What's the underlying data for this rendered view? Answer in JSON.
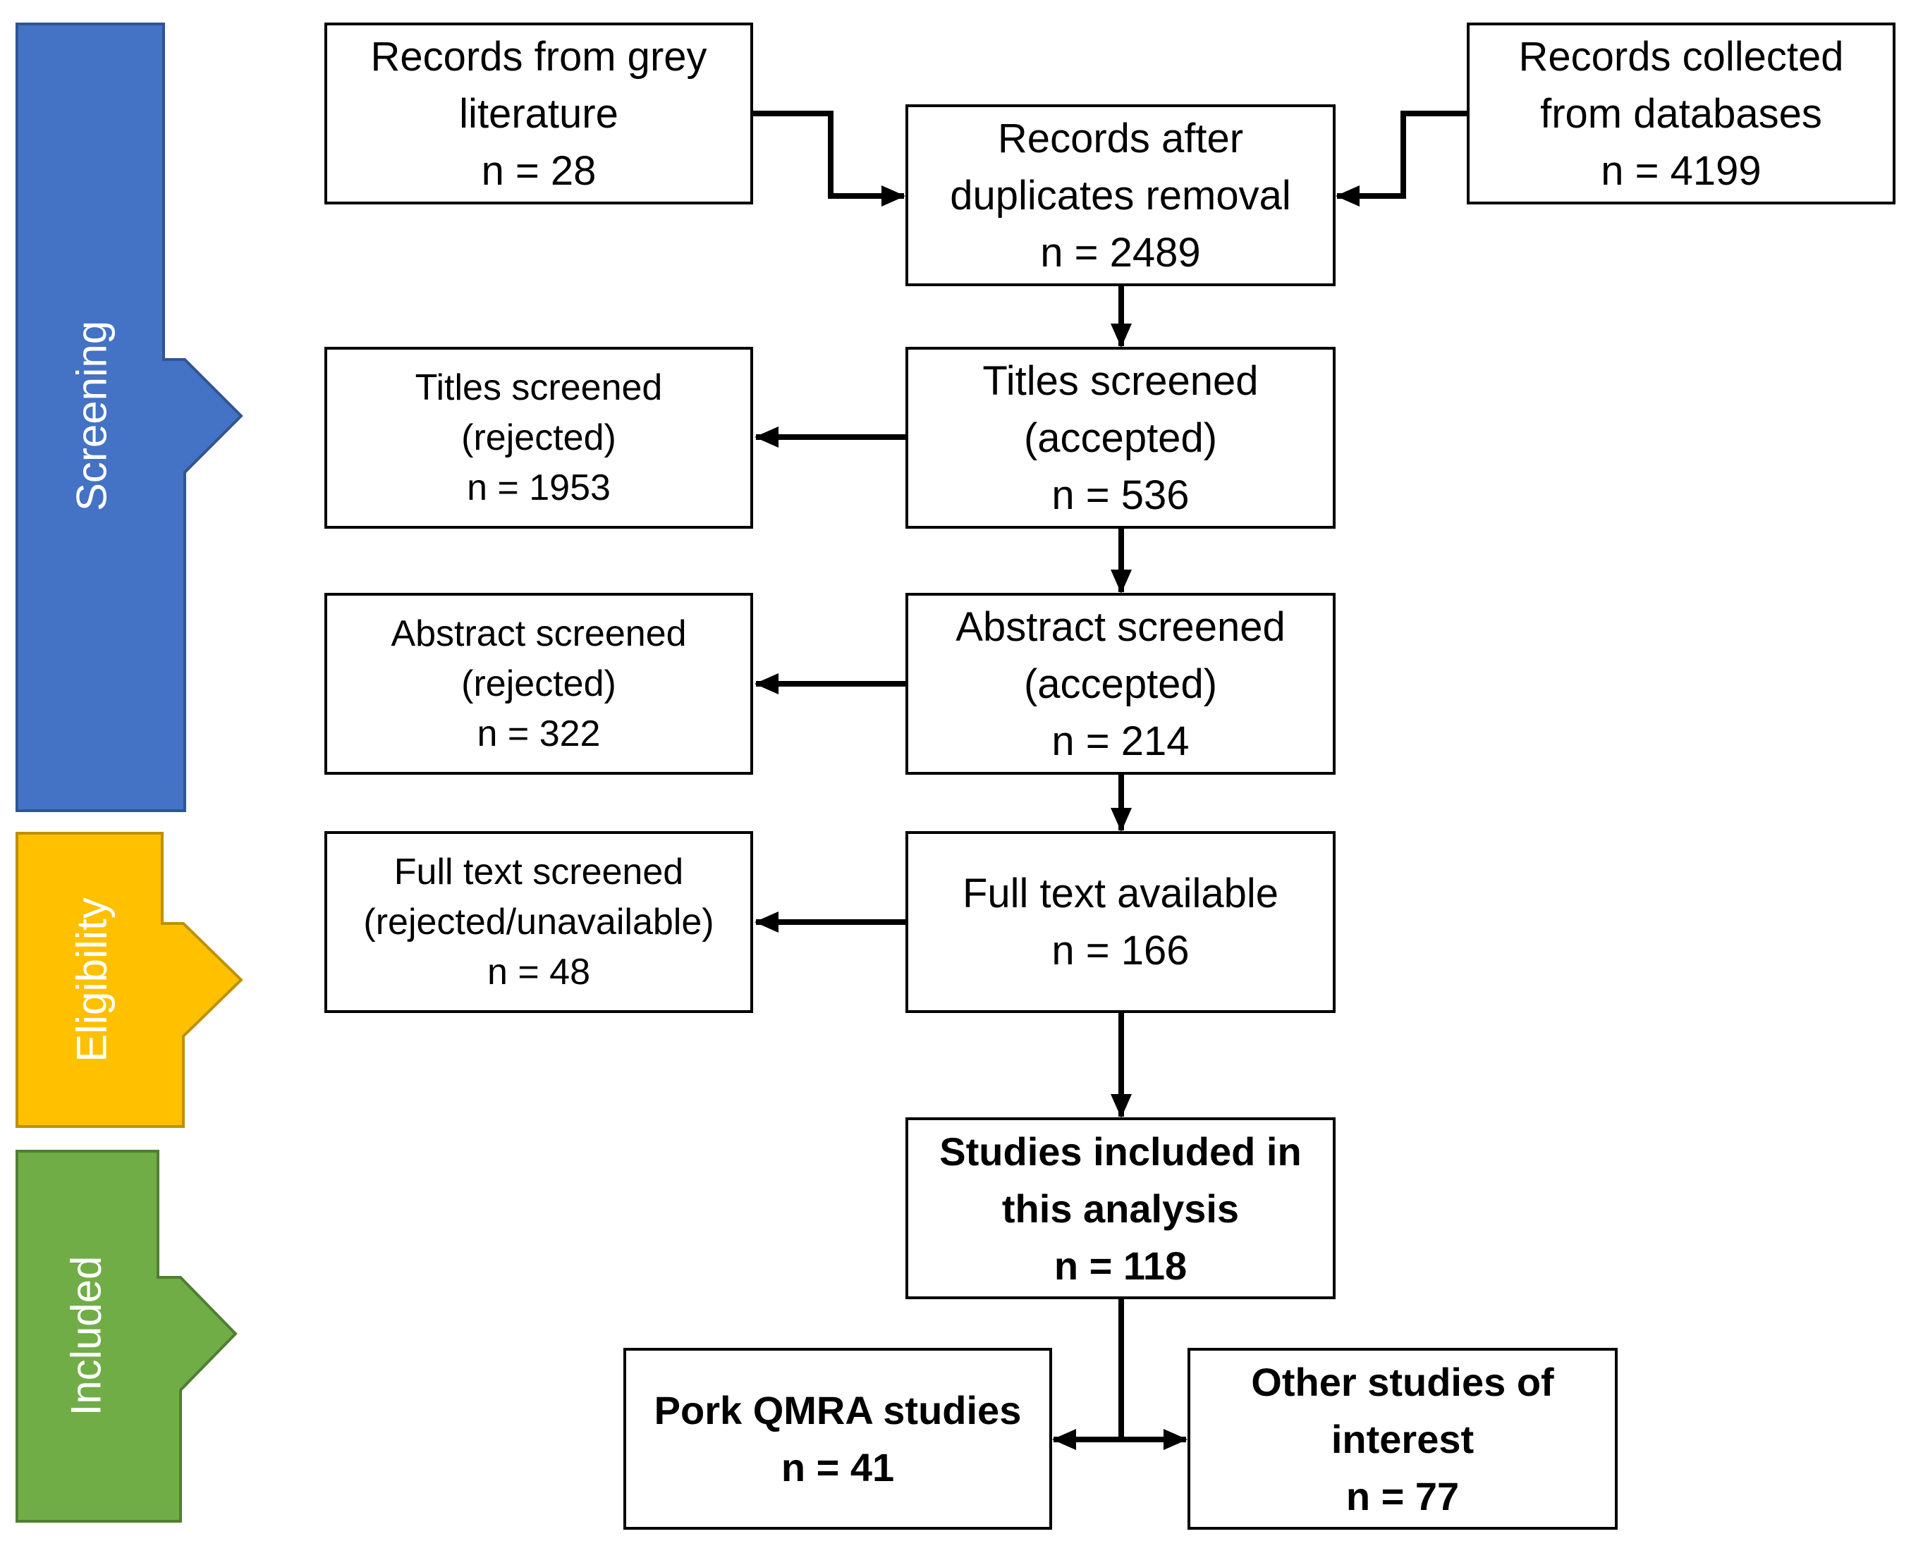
{
  "stages": [
    {
      "key": "screening",
      "label": "Screening",
      "fill": "#4472C4",
      "stroke": "#2F5597"
    },
    {
      "key": "eligibility",
      "label": "Eligibility",
      "fill": "#FFC000",
      "stroke": "#BF9000"
    },
    {
      "key": "included",
      "label": "Included",
      "fill": "#70AD47",
      "stroke": "#507E32"
    }
  ],
  "boxes": {
    "grey_literature": {
      "lines": [
        "Records from grey",
        "literature",
        "n = 28"
      ]
    },
    "databases": {
      "lines": [
        "Records collected",
        "from databases",
        "n = 4199"
      ]
    },
    "after_duplicates": {
      "lines": [
        "Records after",
        "duplicates removal",
        "n = 2489"
      ]
    },
    "titles_accepted": {
      "lines": [
        "Titles screened",
        "(accepted)",
        "n = 536"
      ]
    },
    "titles_rejected": {
      "lines": [
        "Titles screened",
        "(rejected)",
        "n = 1953"
      ]
    },
    "abstract_accepted": {
      "lines": [
        "Abstract screened",
        "(accepted)",
        "n = 214"
      ]
    },
    "abstract_rejected": {
      "lines": [
        "Abstract screened",
        "(rejected)",
        "n = 322"
      ]
    },
    "fulltext_available": {
      "lines": [
        "Full text available",
        "n = 166"
      ]
    },
    "fulltext_rejected": {
      "lines": [
        "Full text screened",
        "(rejected/unavailable)",
        "n = 48"
      ]
    },
    "included_analysis": {
      "lines": [
        "Studies included in",
        "this analysis",
        "n = 118"
      ]
    },
    "pork_qmra": {
      "lines": [
        "Pork QMRA studies",
        "n = 41"
      ]
    },
    "other_studies": {
      "lines": [
        "Other studies of",
        "interest",
        "n = 77"
      ]
    }
  }
}
